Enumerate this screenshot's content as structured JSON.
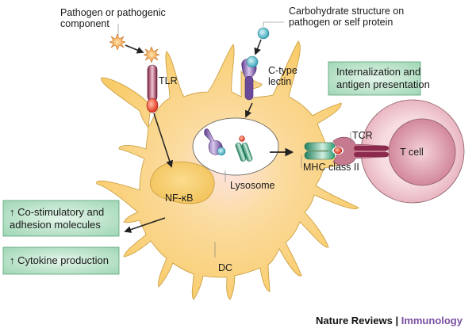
{
  "labels": {
    "pathogen": [
      "Pathogen or pathogenic",
      "component"
    ],
    "carbohydrate": [
      "Carbohydrate structure on",
      "pathogen or self protein"
    ],
    "tlr": "TLR",
    "ctype_lectin": [
      "C-type",
      "lectin"
    ],
    "nfkb": "NF-κB",
    "lysosome": "Lysosome",
    "tcr": "TCR",
    "mhc": "MHC class II",
    "tcell": "T cell",
    "dc": "DC"
  },
  "boxes": {
    "internalization": [
      "Internalization and",
      "antigen presentation"
    ],
    "costim": [
      "↑ Co-stimulatory and",
      "adhesion molecules"
    ],
    "cytokine": [
      "↑ Cytokine production"
    ]
  },
  "credit": {
    "publisher": "Nature Reviews",
    "separator": " | ",
    "journal": "Immunology"
  },
  "colors": {
    "dc_fill": "#f9cf6e",
    "dc_stroke": "#c79a3a",
    "box_fill": "#a9dcbd",
    "box_stroke": "#5aa27a",
    "tlr": "#8b2a4c",
    "lectin": "#7b5aa6",
    "mhc": "#2f9a74",
    "tcell_outer": "#efc3cc",
    "tcell_inner": "#d98ea0",
    "pathogen": "#f39a3c",
    "carbohydrate": "#5bbfd0",
    "journal_purple": "#7a4fa0"
  }
}
